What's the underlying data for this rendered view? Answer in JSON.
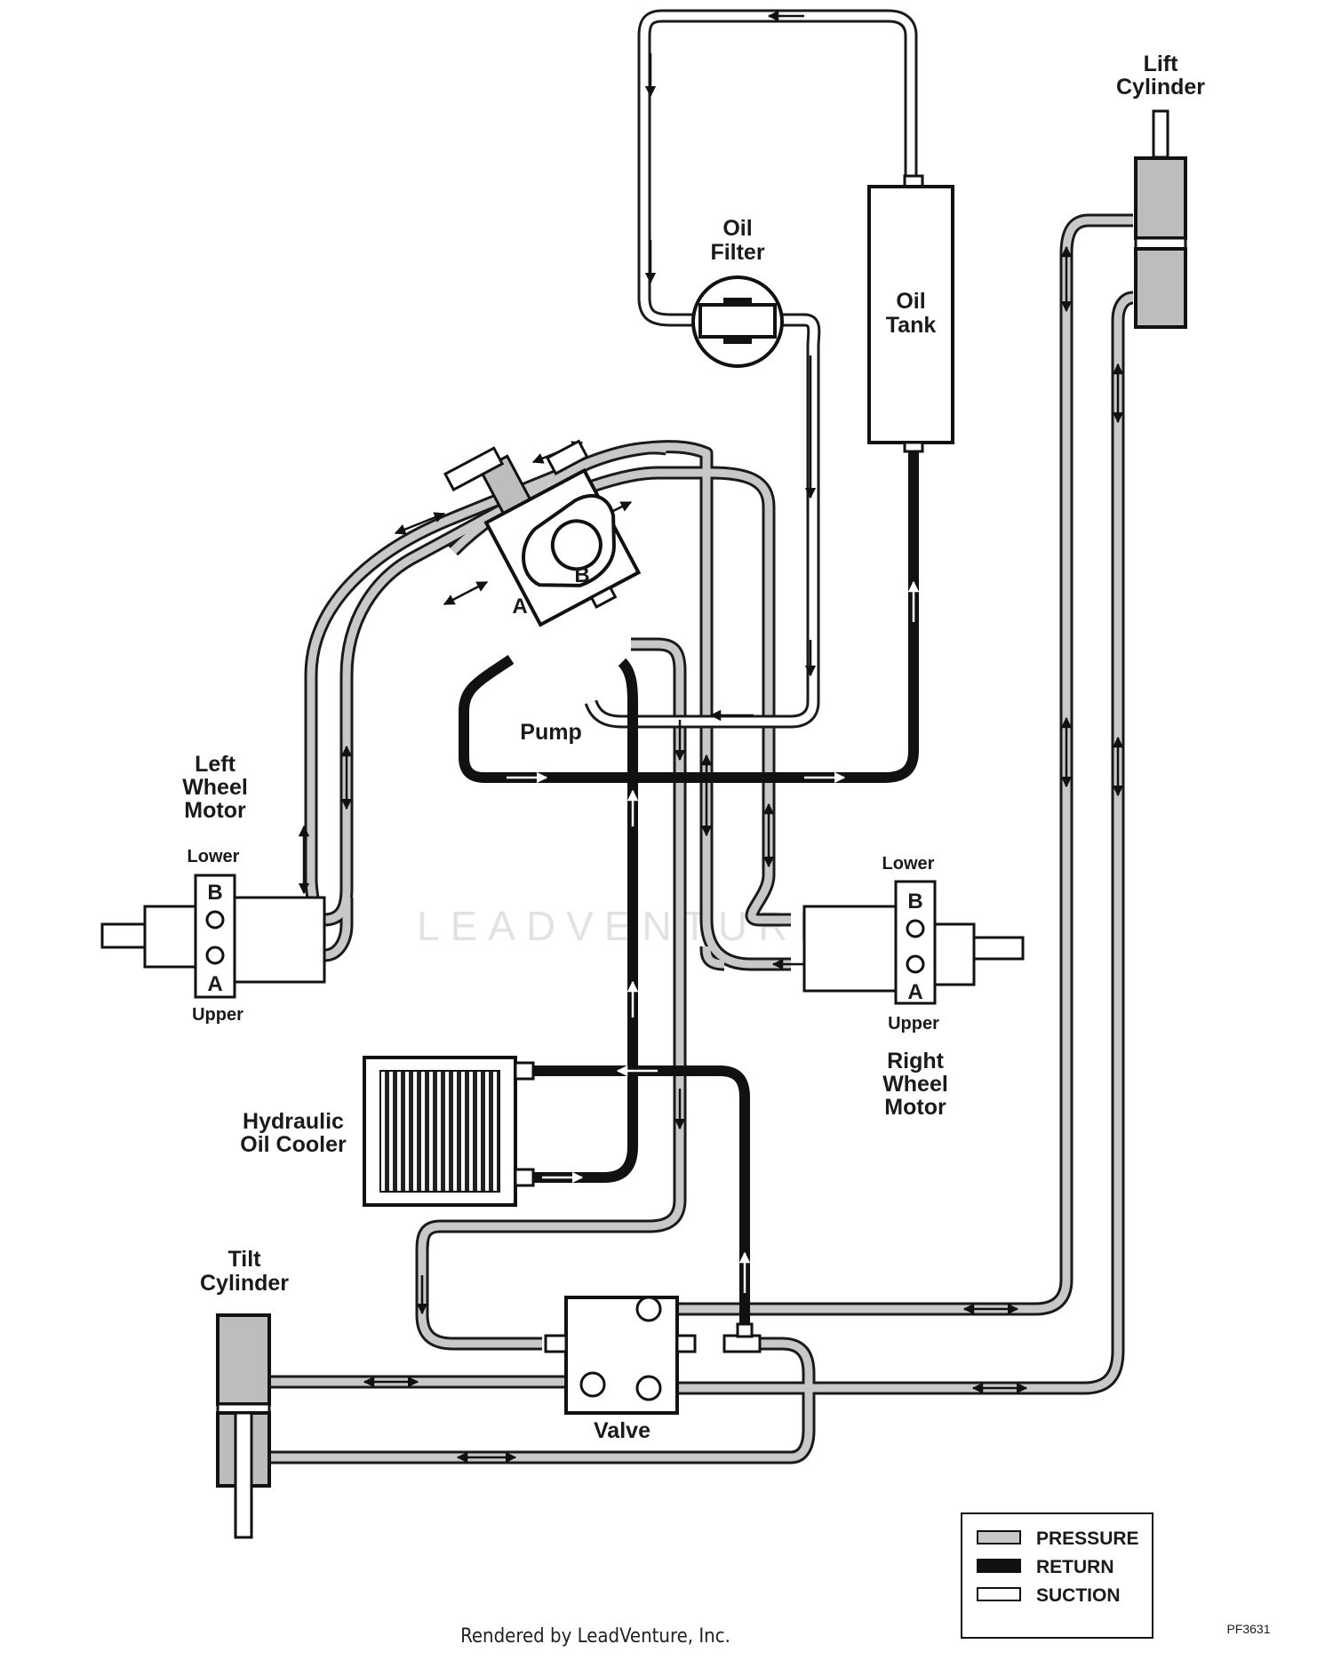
{
  "labels": {
    "oil_filter": [
      "Oil",
      "Filter"
    ],
    "oil_tank": [
      "Oil",
      "Tank"
    ],
    "lift_cylinder": [
      "Lift",
      "Cylinder"
    ],
    "tilt_cylinder": [
      "Tilt",
      "Cylinder"
    ],
    "pump": "Pump",
    "left_wheel_motor": [
      "Left",
      "Wheel",
      "Motor"
    ],
    "right_wheel_motor": [
      "Right",
      "Wheel",
      "Motor"
    ],
    "hydraulic_oil_cooler": [
      "Hydraulic",
      "Oil Cooler"
    ],
    "valve": "Valve",
    "left_lower": "Lower",
    "left_upper": "Upper",
    "right_lower": "Lower",
    "right_upper": "Upper",
    "port_a": "A",
    "port_b": "B"
  },
  "legend": {
    "items": [
      {
        "label": "PRESSURE",
        "color": "#c8c8c8"
      },
      {
        "label": "RETURN",
        "color": "#111111"
      },
      {
        "label": "SUCTION",
        "color": "#ffffff"
      }
    ]
  },
  "watermark": "LEADVENTURE",
  "footer": "Rendered by LeadVenture, Inc.",
  "diagram_code": "PF3631"
}
